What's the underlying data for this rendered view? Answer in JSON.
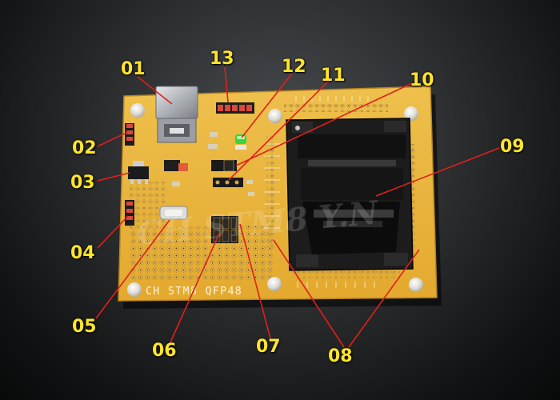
{
  "board": {
    "silkscreen": "CH STM8 QFP48",
    "colors": {
      "pcb": "#e9b43b",
      "pcb_shadow": "#c9901f",
      "socket": "#1c1c1d",
      "callout": "#ffe52a",
      "leader": "#e0201c",
      "led_green": "#39d63a"
    }
  },
  "callouts": [
    {
      "id": "01",
      "label": "01",
      "target": "usb-connector"
    },
    {
      "id": "02",
      "label": "02",
      "target": "header-pins-upper-left"
    },
    {
      "id": "03",
      "label": "03",
      "target": "voltage-regulator"
    },
    {
      "id": "04",
      "label": "04",
      "target": "header-pins-lower-left"
    },
    {
      "id": "05",
      "label": "05",
      "target": "crystal"
    },
    {
      "id": "06",
      "label": "06",
      "target": "jumper-block"
    },
    {
      "id": "07",
      "label": "07",
      "target": "breakout-pins"
    },
    {
      "id": "08",
      "label": "08",
      "target": "pin-header-rows"
    },
    {
      "id": "09",
      "label": "09",
      "target": "qfp48-socket"
    },
    {
      "id": "10",
      "label": "10",
      "target": "reset-jumper"
    },
    {
      "id": "11",
      "label": "11",
      "target": "swim-jumper"
    },
    {
      "id": "12",
      "label": "12",
      "target": "power-led"
    },
    {
      "id": "13",
      "label": "13",
      "target": "programming-header"
    }
  ]
}
